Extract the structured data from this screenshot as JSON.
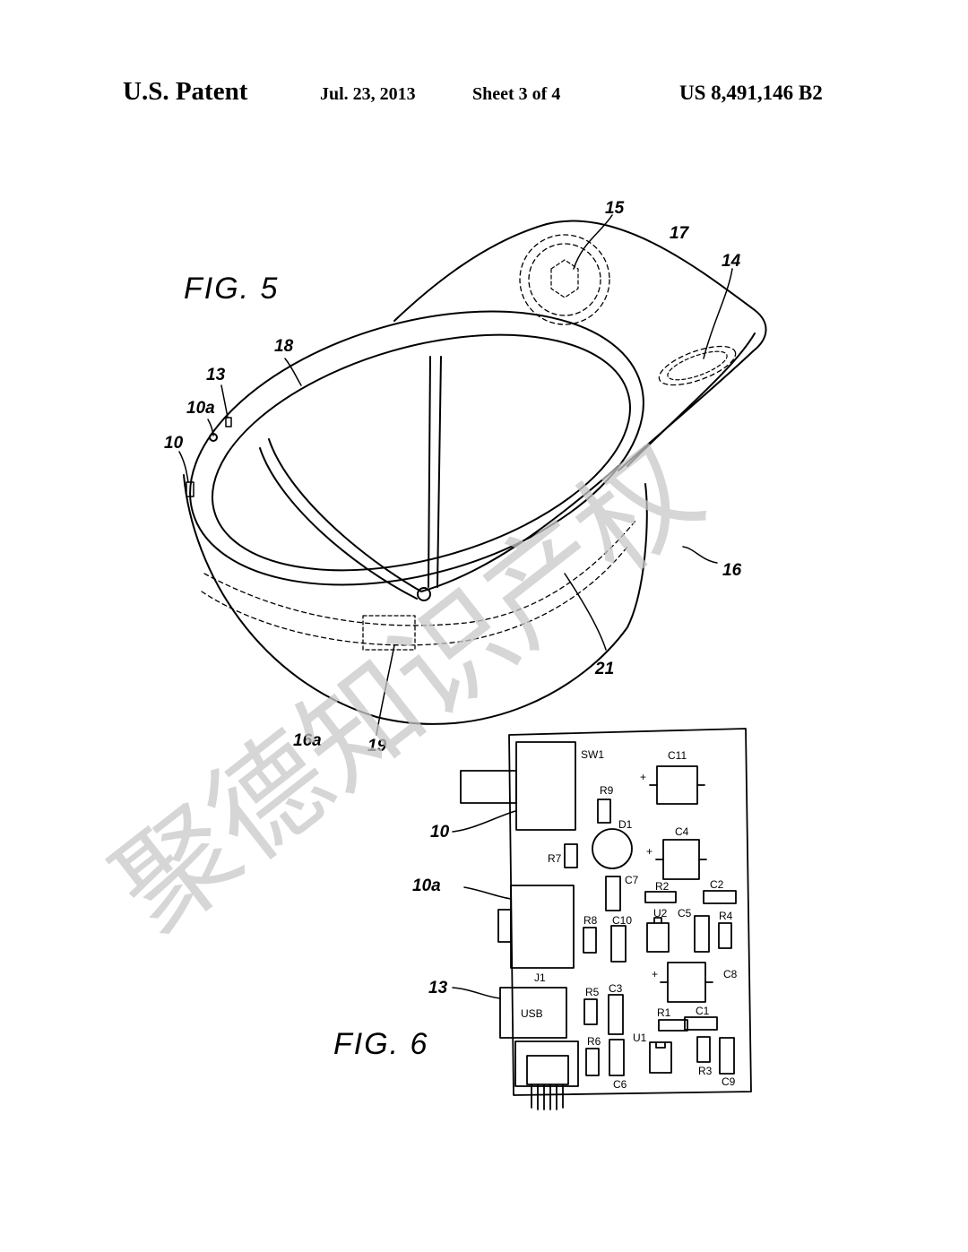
{
  "header": {
    "title": "U.S. Patent",
    "date": "Jul. 23, 2013",
    "sheet": "Sheet 3 of 4",
    "patent_number": "US 8,491,146 B2"
  },
  "fig5": {
    "label": "FIG. 5",
    "refs": {
      "r15": "15",
      "r17": "17",
      "r14": "14",
      "r18": "18",
      "r13": "13",
      "r10a": "10a",
      "r10": "10",
      "r16": "16",
      "r21": "21",
      "r16a": "16a",
      "r19": "19"
    }
  },
  "fig6": {
    "label": "FIG. 6",
    "refs": {
      "r10": "10",
      "r10a": "10a",
      "r13": "13"
    },
    "components": {
      "sw1": "SW1",
      "c11": "C11",
      "r9": "R9",
      "d1": "D1",
      "r7": "R7",
      "c4": "C4",
      "c7": "C7",
      "r2": "R2",
      "c2": "C2",
      "u2": "U2",
      "c5": "C5",
      "r4": "R4",
      "r8": "R8",
      "c10": "C10",
      "j1": "J1",
      "c8": "C8",
      "r5": "R5",
      "c3": "C3",
      "r1": "R1",
      "c1": "C1",
      "u1": "U1",
      "r6": "R6",
      "r3": "R3",
      "c6": "C6",
      "c9": "C9",
      "usb": "USB",
      "plus1": "+",
      "plus2": "+",
      "plus3": "+"
    }
  },
  "watermark": "聚德知识产权"
}
